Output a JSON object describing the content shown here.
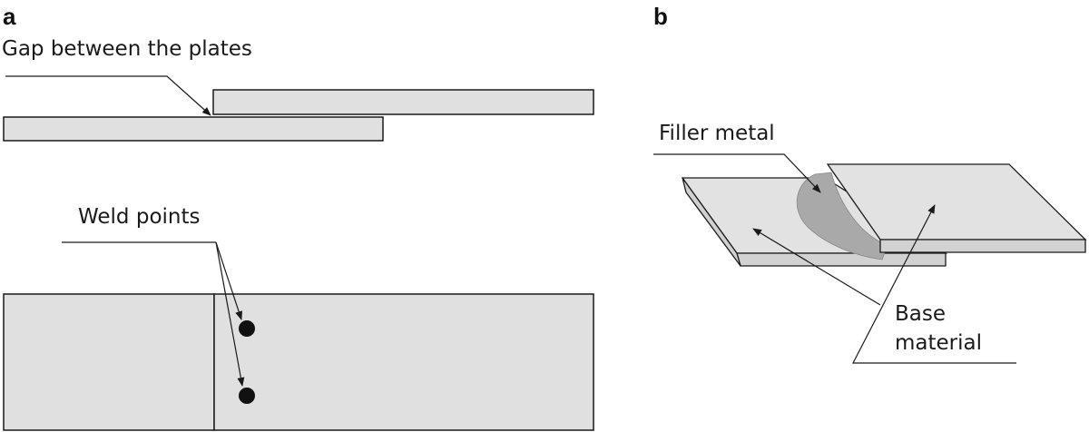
{
  "panel_a": {
    "letter": "a",
    "gap_label": "Gap between the plates",
    "weld_label": "Weld points"
  },
  "panel_b": {
    "letter": "b",
    "filler_label": "Filler metal",
    "base_label_line1": "Base",
    "base_label_line2": "material"
  },
  "colors": {
    "plate_fill": "#e0e0e0",
    "plate_stroke": "#1a1a1a",
    "filler_fill": "#aaaaaa",
    "weld_point": "#111111"
  }
}
